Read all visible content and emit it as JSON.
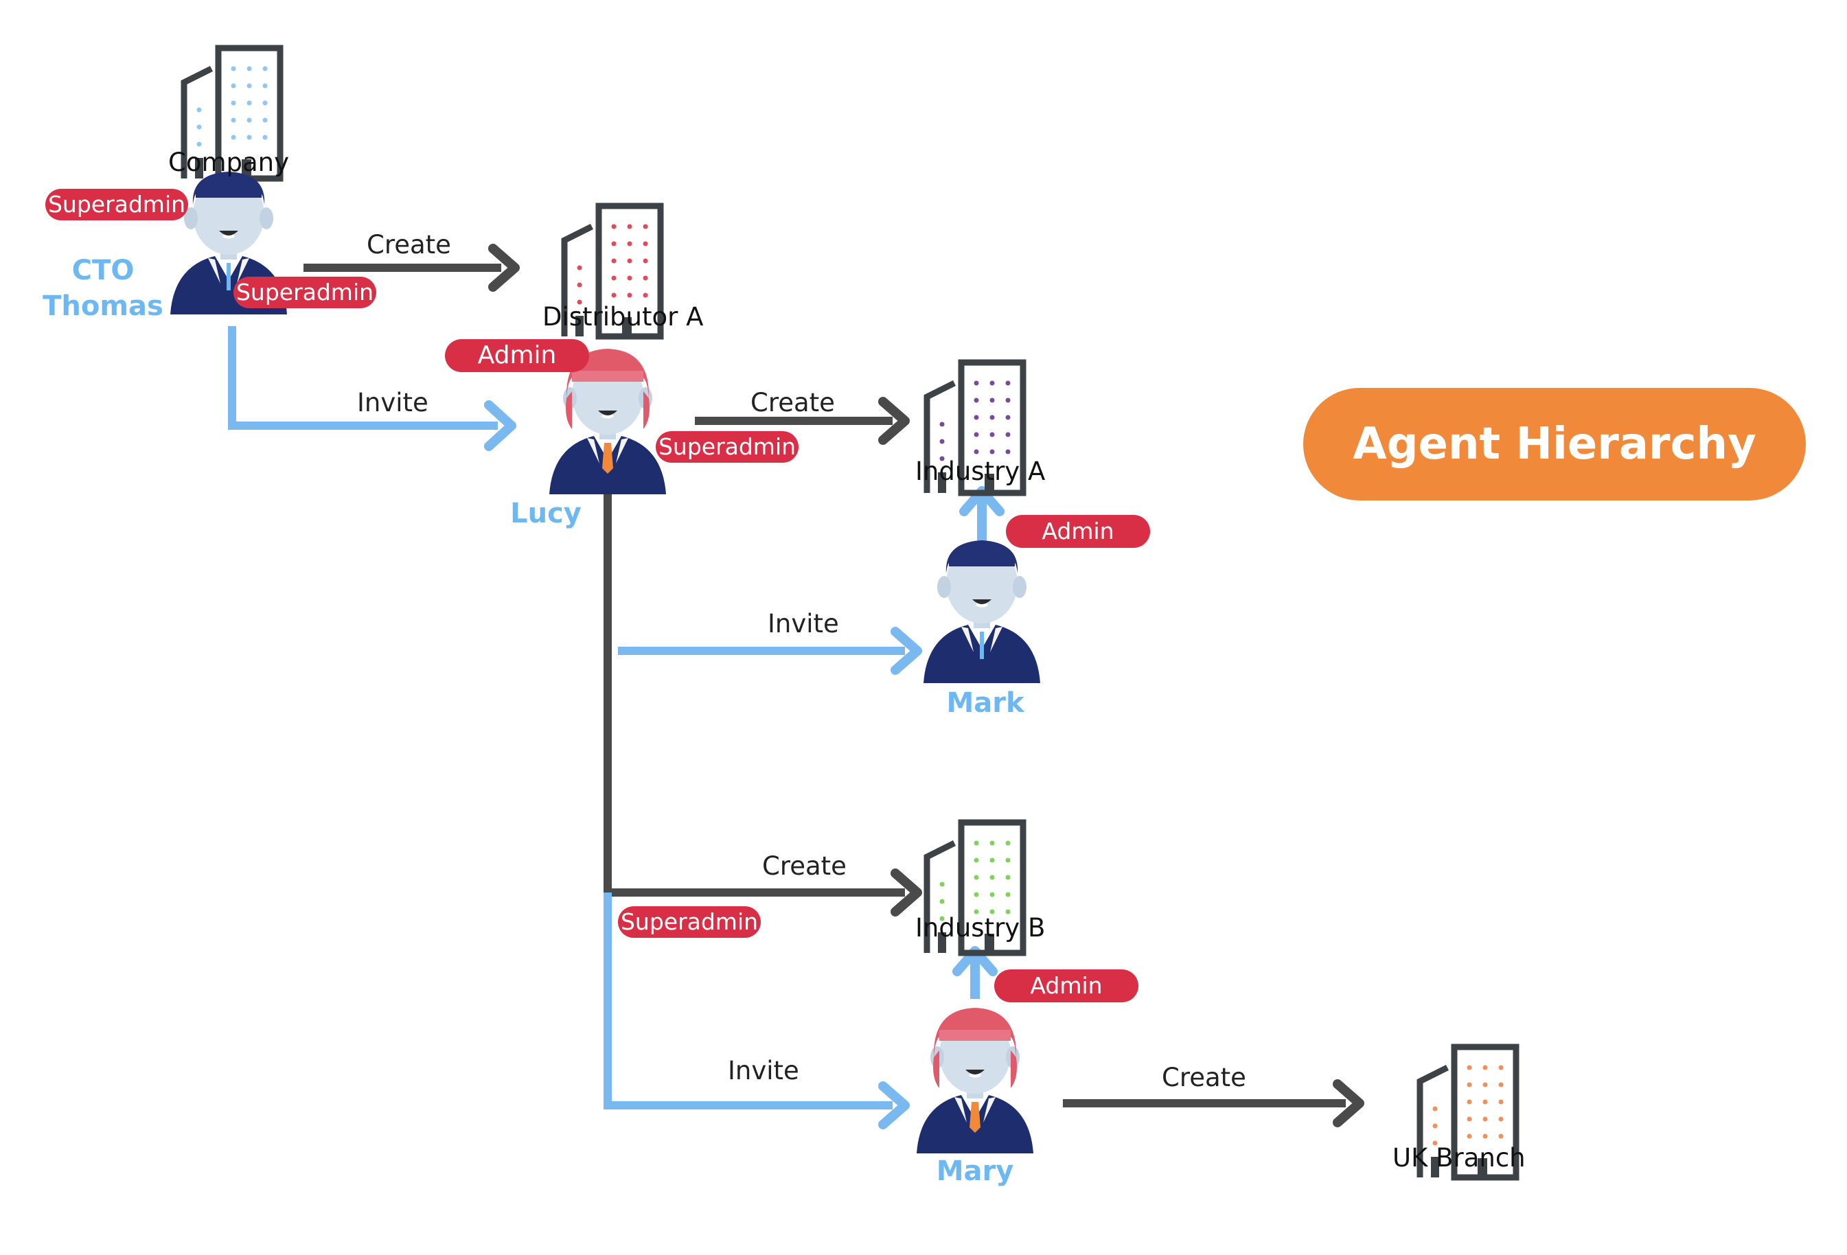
{
  "title": "Agent Hierarchy",
  "colors": {
    "invite_line": "#7ab8f0",
    "create_line": "#4a4a4a",
    "badge": "#d92f46",
    "name_text": "#6db8f2",
    "title_pill": "#f08a3a",
    "suit": "#1e2d6e",
    "male_hair": "#233276",
    "female_hair": "#e05a6a"
  },
  "buildings": {
    "company": {
      "label": "Company",
      "dot_color": "#8ec8f2"
    },
    "distributor_a": {
      "label": "Distributor A",
      "dot_color": "#e04a5a"
    },
    "industry_a": {
      "label": "Industry A",
      "dot_color": "#7a4a9a"
    },
    "industry_b": {
      "label": "Industry B",
      "dot_color": "#7fd35a"
    },
    "uk_branch": {
      "label": "UK Branch",
      "dot_color": "#f0905a"
    }
  },
  "people": {
    "thomas": {
      "name": "CTO\nThomas",
      "gender": "male",
      "badge_role": "Superadmin",
      "badge_role_2": "Superadmin"
    },
    "lucy": {
      "name": "Lucy",
      "gender": "female",
      "badge_role": "Admin",
      "badge_role_2": "Superadmin"
    },
    "mark": {
      "name": "Mark",
      "gender": "male",
      "badge_role": "Admin"
    },
    "mary": {
      "name": "Mary",
      "gender": "female",
      "badge_role": "Admin"
    }
  },
  "edges": {
    "thomas_create_distributor": "Create",
    "thomas_invite_lucy": "Invite",
    "lucy_create_industry_a": "Create",
    "lucy_invite_mark": "Invite",
    "lucy_create_industry_b": "Create",
    "lucy_superadmin_badge": "Superadmin",
    "lucy_invite_mary": "Invite",
    "mary_create_uk_branch": "Create"
  }
}
